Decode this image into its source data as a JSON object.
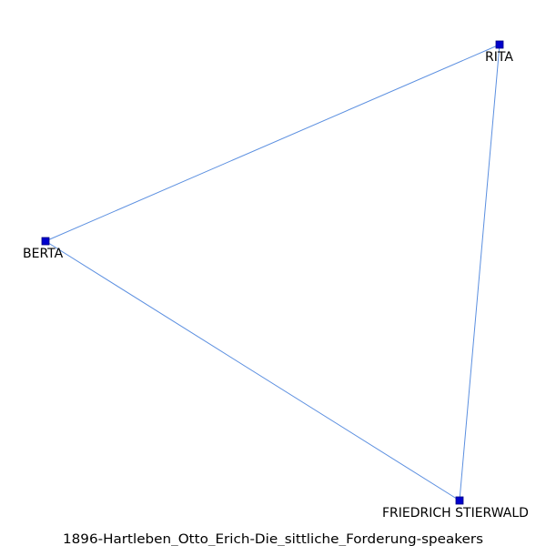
{
  "caption": "1896-Hartleben_Otto_Erich-Die_sittliche_Forderung-speakers",
  "colors": {
    "node_fill": "#0000cc",
    "node_stroke": "#000080",
    "edge": "#5b8fe0",
    "label": "#000000",
    "background": "#ffffff"
  },
  "nodes": [
    {
      "id": "rita",
      "label": "RITA"
    },
    {
      "id": "berta",
      "label": "BERTA"
    },
    {
      "id": "friedrich",
      "label": "FRIEDRICH STIERWALD"
    }
  ],
  "edges": [
    {
      "source": "rita",
      "target": "berta"
    },
    {
      "source": "rita",
      "target": "friedrich"
    },
    {
      "source": "berta",
      "target": "friedrich"
    }
  ]
}
